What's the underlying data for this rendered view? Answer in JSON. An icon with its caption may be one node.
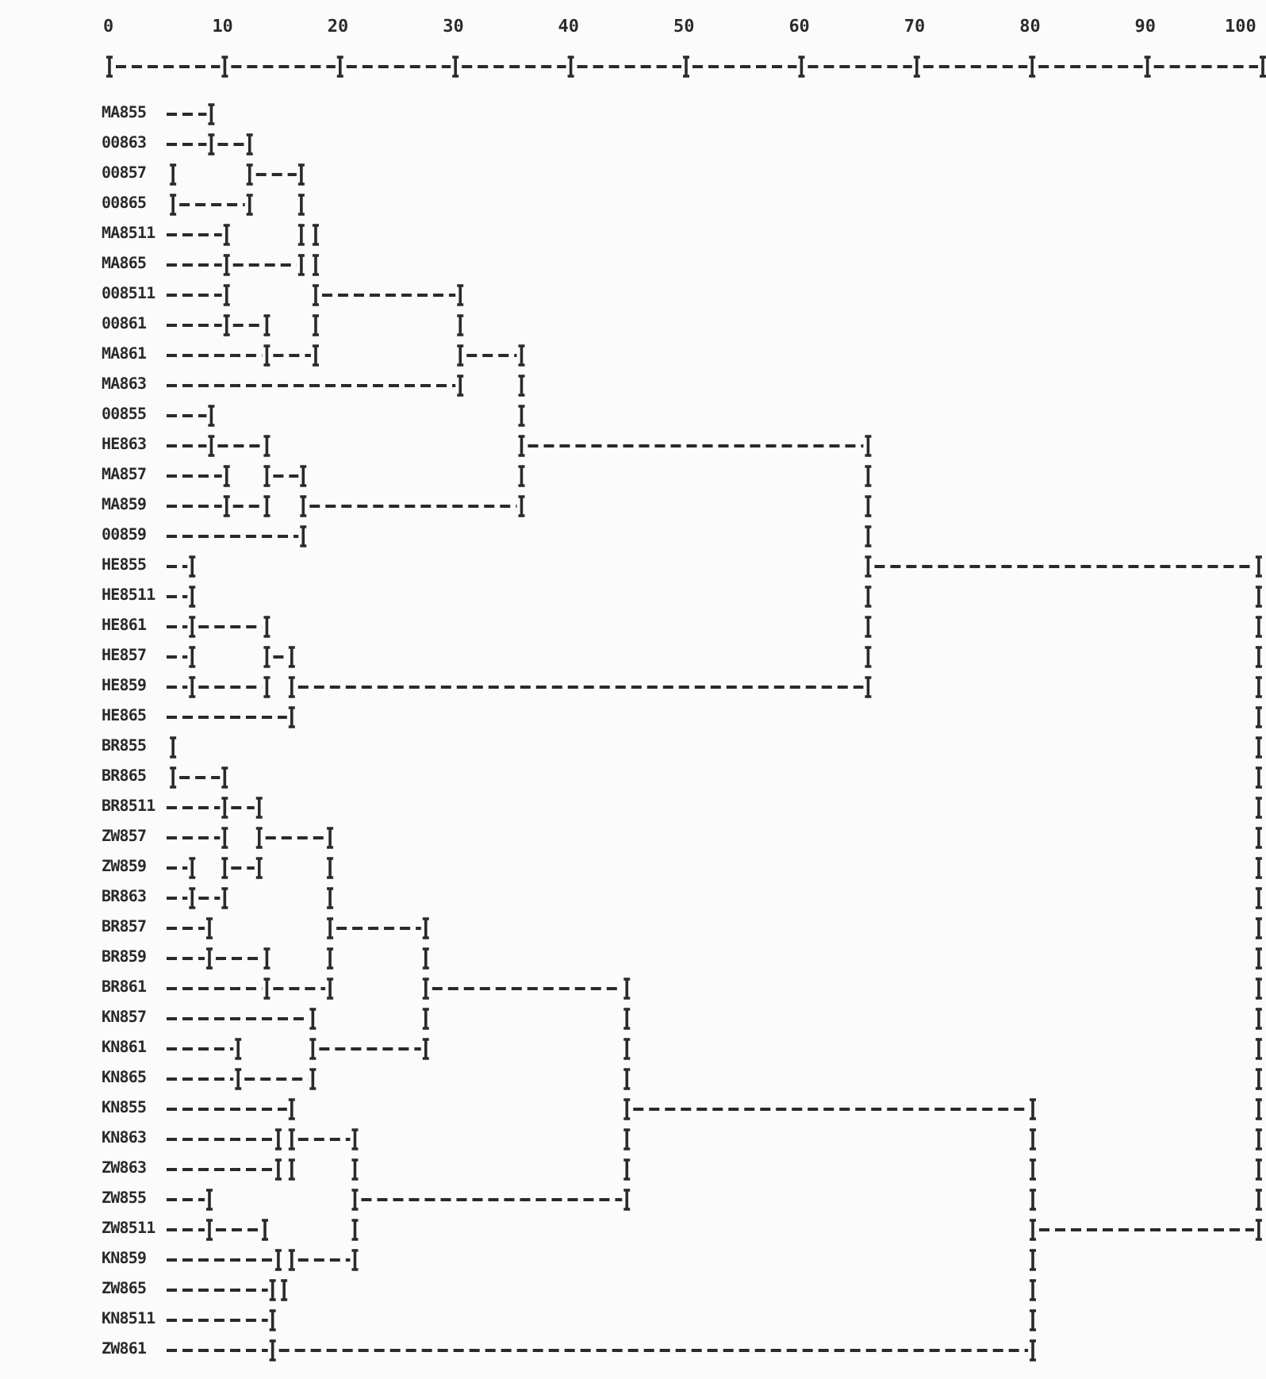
{
  "diagram": {
    "labels": [
      "0",
      "10",
      "20",
      "30",
      "40",
      "50",
      "60",
      "70",
      "80",
      "90",
      "100",
      "MA855",
      "00863",
      "00857",
      "00865",
      "MA8511",
      "MA865",
      "008511",
      "00861",
      "MA861",
      "MA863",
      "00855",
      "HE863",
      "MA857",
      "MA859",
      "00859",
      "HE855",
      "HE8511",
      "HE861",
      "HE857",
      "HE859",
      "HE865",
      "BR855",
      "BR865",
      "BR8511",
      "ZW857",
      "ZW859",
      "BR863",
      "BR857",
      "BR859",
      "BR861",
      "KN857",
      "KN861",
      "KN865",
      "KN855",
      "KN863",
      "ZW863",
      "ZW855",
      "ZW8511",
      "KN859",
      "ZW865",
      "KN8511",
      "ZW861"
    ]
  }
}
